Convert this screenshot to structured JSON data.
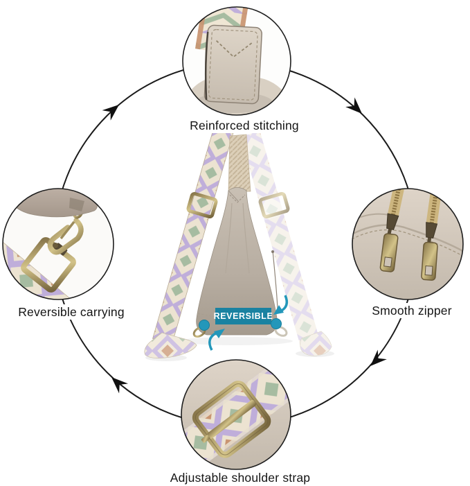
{
  "diagram": {
    "type": "product-feature-diagram",
    "product": "sling bag with patterned reversible shoulder strap",
    "badge": {
      "label": "REVERSIBLE"
    },
    "features": [
      {
        "id": "reinforced-stitching",
        "position": "top",
        "label": "Reinforced stitching"
      },
      {
        "id": "smooth-zipper",
        "position": "right",
        "label": "Smooth zipper"
      },
      {
        "id": "reversible-carrying",
        "position": "left",
        "label": "Reversible carrying"
      },
      {
        "id": "adjustable-shoulder-strap",
        "position": "bottom",
        "label": "Adjustable shoulder strap"
      }
    ],
    "colors": {
      "accent_teal": "#2397ba",
      "badge_teal": "#1a82a1",
      "bag_taupe_light": "#c7beb2",
      "bag_taupe_dark": "#a79d90",
      "leather_beige": "#dcd2c6",
      "brass": "#9c8a58",
      "strap_cream": "#ece3d1",
      "strap_lavender": "#bfaeda",
      "strap_terracotta": "#c99470",
      "strap_sage": "#a6bca1",
      "line_black": "#1b1b1b"
    },
    "icons": [
      "clockwise-arrow-icon",
      "swap-arrow-icon",
      "strap-attachment-dot"
    ]
  }
}
